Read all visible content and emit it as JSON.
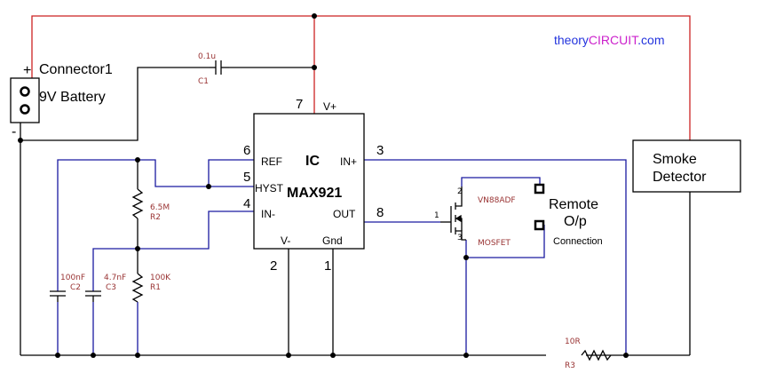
{
  "brand": {
    "prefix": "theory",
    "highlight": "CIRCUIT",
    "suffix": ".com"
  },
  "battery": {
    "name": "Connector1",
    "label": "9V Battery",
    "plus": "+",
    "minus": "-"
  },
  "c1": {
    "value": "0.1u",
    "ref": "C1"
  },
  "ic": {
    "title": "IC",
    "part": "MAX921",
    "pins": {
      "vplus": {
        "num": "7",
        "label": "V+"
      },
      "ref": {
        "num": "6",
        "label": "REF"
      },
      "hyst": {
        "num": "5",
        "label": "HYST"
      },
      "inminus": {
        "num": "4",
        "label": "IN-"
      },
      "inplus": {
        "num": "3",
        "label": "IN+"
      },
      "out": {
        "num": "8",
        "label": "OUT"
      },
      "vminus": {
        "num": "2",
        "label": "V-"
      },
      "gnd": {
        "num": "1",
        "label": "Gnd"
      }
    }
  },
  "r2": {
    "value": "6.5M",
    "ref": "R2"
  },
  "r1": {
    "value": "100K",
    "ref": "R1"
  },
  "c2": {
    "value": "100nF",
    "ref": "C2"
  },
  "c3": {
    "value": "4.7nF",
    "ref": "C3"
  },
  "mosfet": {
    "part": "VN88ADF",
    "type": "MOSFET",
    "pin_gate": "1",
    "pin_drain": "2",
    "pin_source": "3"
  },
  "remote": {
    "line1": "Remote",
    "line2": "O/p",
    "line3": "Connection"
  },
  "smoke": {
    "line1": "Smoke",
    "line2": "Detector"
  },
  "r3": {
    "value": "10R",
    "ref": "R3"
  },
  "colors": {
    "wire_red": "#cc2222",
    "wire_blue": "#1a1aa0",
    "wire_black": "#000000",
    "label_red": "#993333",
    "brand_blue": "#2233dd",
    "brand_magenta": "#cc22cc"
  }
}
